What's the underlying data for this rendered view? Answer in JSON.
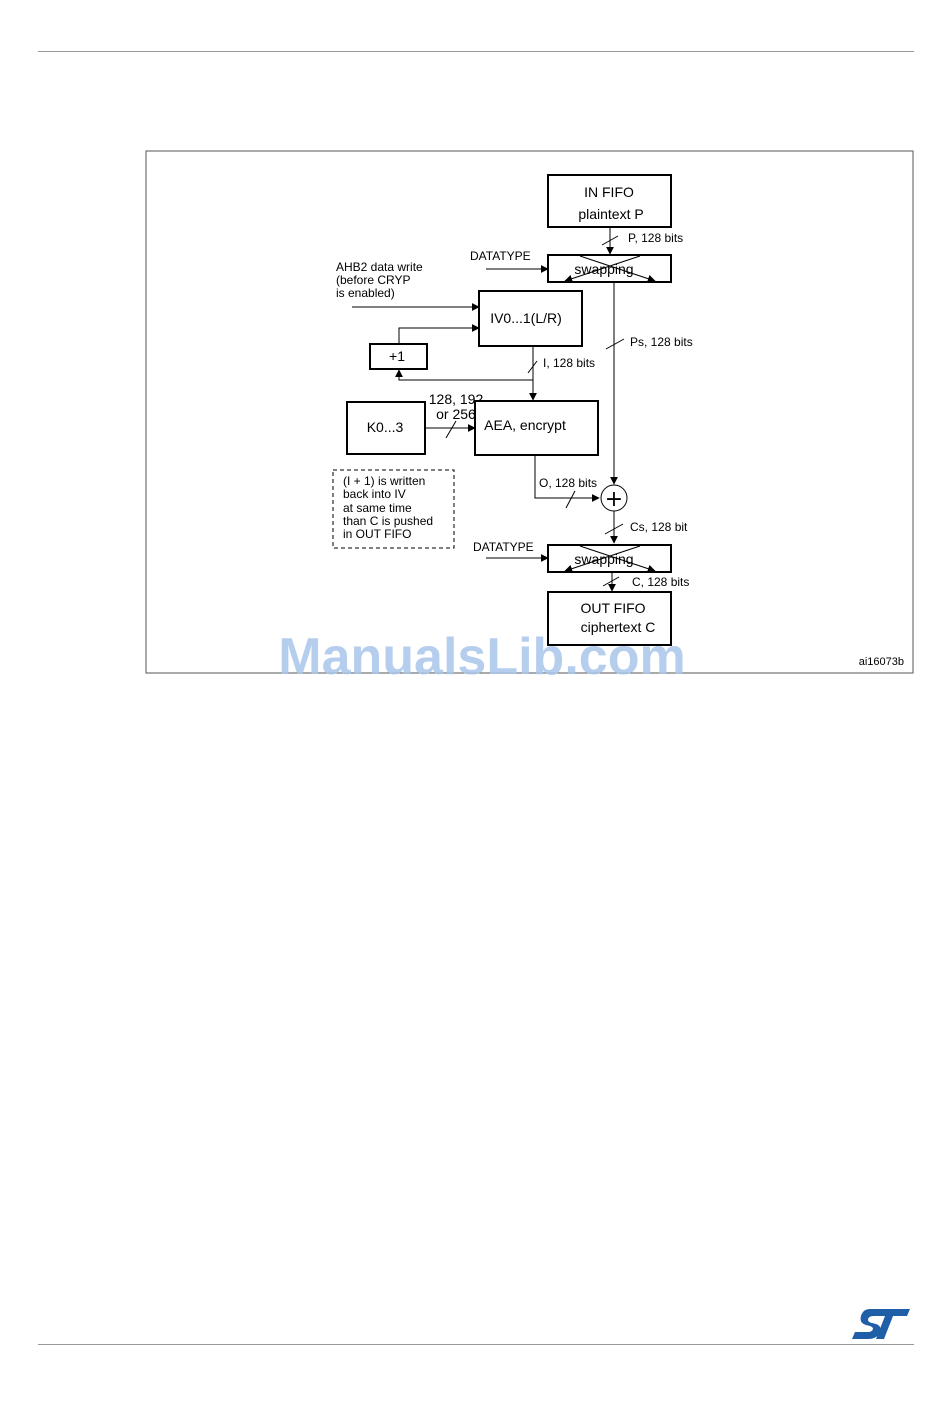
{
  "diagram": {
    "in_fifo": [
      "IN FIFO",
      "plaintext P"
    ],
    "p_bits": "P, 128 bits",
    "datatype_top": "DATATYPE",
    "swapping_top": "swapping",
    "ahb2": [
      "AHB2 data write",
      "(before CRYP",
      "is enabled)"
    ],
    "iv": "IV0...1(L/R)",
    "plus_one": "+1",
    "ps_bits": "Ps, 128 bits",
    "i_bits": "I, 128 bits",
    "key_size": [
      "128, 192",
      "or 256"
    ],
    "k": "K0...3",
    "aea": "AEA, encrypt",
    "note": [
      "(I + 1) is written",
      "back into IV",
      "at same time",
      "than C is pushed",
      "in OUT FIFO"
    ],
    "o_bits": "O, 128 bits",
    "xor": "+",
    "cs_bits": "Cs, 128 bit",
    "datatype_bottom": "DATATYPE",
    "swapping_bottom": "swapping",
    "c_bits": "C, 128 bits",
    "out_fifo": [
      "OUT FIFO",
      "ciphertext C"
    ],
    "figure_id": "ai16073b"
  },
  "watermark": "ManualsLib.com",
  "logo_icon": "st-logo-icon",
  "colors": {
    "logo": "#1f5fa8",
    "watermark": "#a9c6ea"
  }
}
